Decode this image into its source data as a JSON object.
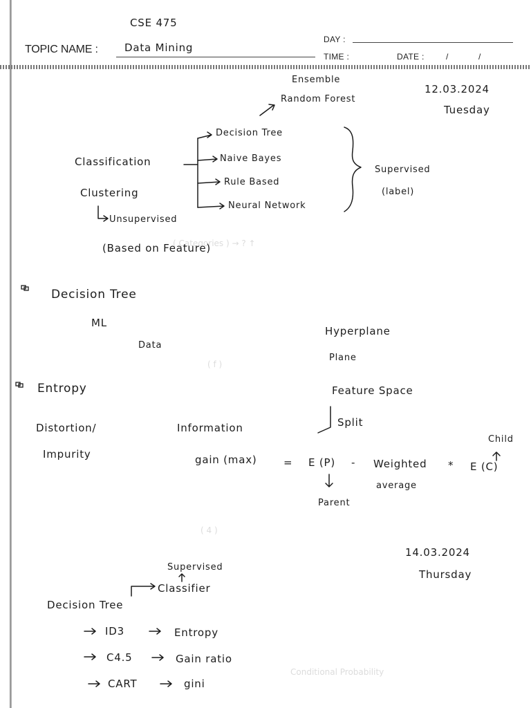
{
  "header": {
    "course": "CSE 475",
    "topic_label": "TOPIC NAME :",
    "topic_value": "Data Mining",
    "day_label": "DAY :",
    "time_label": "TIME :",
    "date_label": "DATE :",
    "date_slash_1": "/",
    "date_slash_2": "/"
  },
  "notes": {
    "date_1": "12.03.2024",
    "day_1": "Tuesday",
    "ensemble": "Ensemble",
    "random_forest": "Random Forest",
    "classification": "Classification",
    "methods": [
      "Decision Tree",
      "Naive Bayes",
      "Rule Based",
      "Neural Network"
    ],
    "supervised": "Supervised",
    "label_note": "(label)",
    "clustering": "Clustering",
    "unsupervised": "Unsupervised",
    "feature_note": "(Based on Feature)",
    "heading_decision_tree": "Decision Tree",
    "ml": "ML",
    "data": "Data",
    "hyperplane": "Hyperplane",
    "plane": "Plane",
    "feature_space": "Feature Space",
    "split": "Split",
    "heading_entropy": "Entropy",
    "distortion": "Distortion/",
    "impurity": "Impurity",
    "information": "Information",
    "gain_formula_left": "gain (max)",
    "equals": "=",
    "ep": "E (P)",
    "minus": "-",
    "weighted": "Weighted",
    "times": "*",
    "ec": "E (C)",
    "average": "average",
    "child": "Child",
    "parent": "Parent",
    "date_2": "14.03.2024",
    "day_2": "Thursday",
    "supervised_2": "Supervised",
    "classifier": "Classifier",
    "decision_tree_2": "Decision Tree",
    "algorithms": [
      {
        "name": "ID3",
        "measure": "Entropy"
      },
      {
        "name": "C4.5",
        "measure": "Gain ratio"
      },
      {
        "name": "CART",
        "measure": "gini"
      }
    ]
  }
}
